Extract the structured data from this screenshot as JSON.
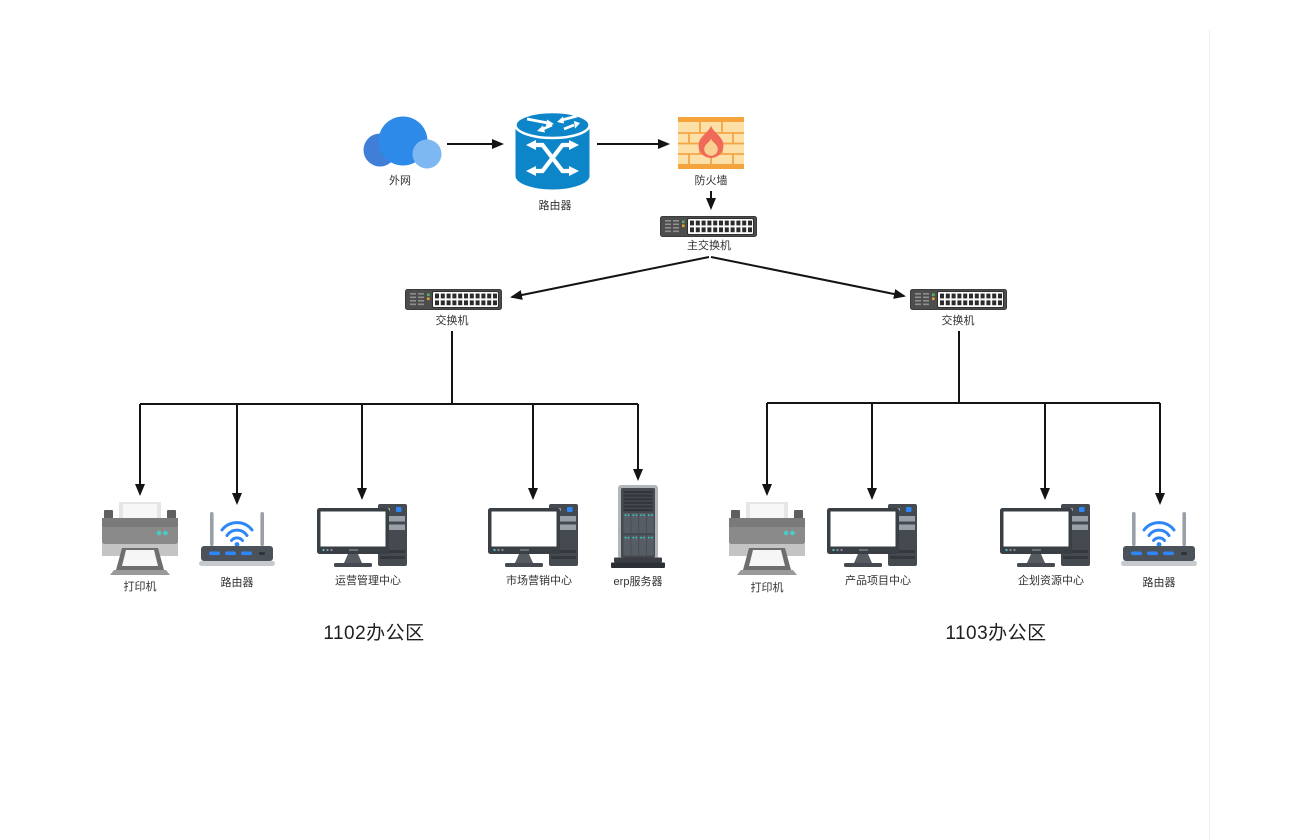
{
  "diagram_title": "network-topology",
  "nodes": {
    "cloud": {
      "label": "外网"
    },
    "core_router": {
      "label": "路由器"
    },
    "firewall": {
      "label": "防火墙"
    },
    "main_switch": {
      "label": "主交换机"
    }
  },
  "left_zone": {
    "switch_label": "交换机",
    "zone_label": "1102办公区",
    "devices": [
      {
        "type": "printer",
        "label": "打印机"
      },
      {
        "type": "wifi-router",
        "label": "路由器"
      },
      {
        "type": "desktop",
        "label": "运营管理中心"
      },
      {
        "type": "desktop",
        "label": "市场营销中心"
      },
      {
        "type": "server",
        "label": "erp服务器"
      }
    ]
  },
  "right_zone": {
    "switch_label": "交换机",
    "zone_label": "1103办公区",
    "devices": [
      {
        "type": "printer",
        "label": "打印机"
      },
      {
        "type": "desktop",
        "label": "产品项目中心"
      },
      {
        "type": "desktop",
        "label": "企划资源中心"
      },
      {
        "type": "wifi-router",
        "label": "路由器"
      }
    ]
  },
  "colors": {
    "connector": "#141414",
    "cloud_dark": "#3f7fd8",
    "cloud_main": "#2e8ae9",
    "cloud_light": "#7db8f3",
    "router_cylinder": "#0d86c9",
    "firewall_bar": "#f5a33c",
    "firewall_body": "#fce0a8",
    "flame_outer": "#ef6a58",
    "flame_inner": "#f9cf92",
    "switch_body": "#4d4d4d",
    "led_green": "#59b25e",
    "led_yellow": "#e0a52e",
    "accent_blue": "#2f86f6",
    "teal": "#38c7bf",
    "device_dark": "#4c525a"
  }
}
